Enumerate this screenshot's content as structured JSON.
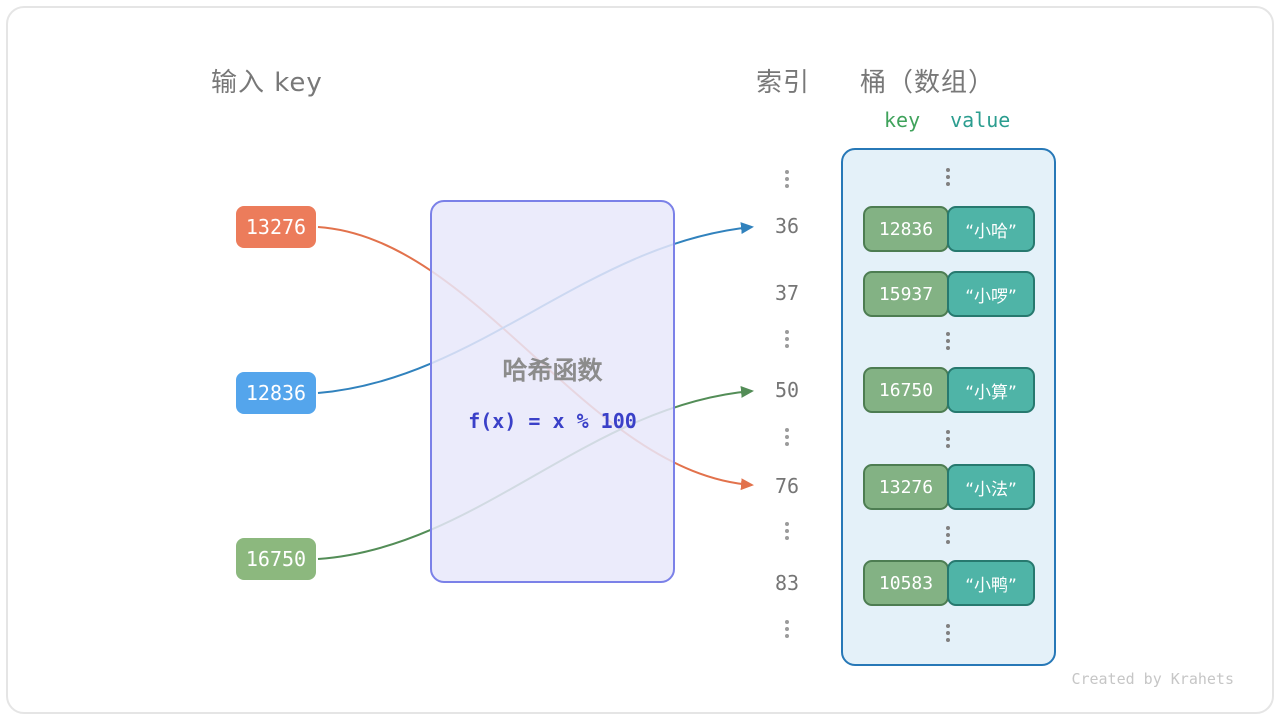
{
  "titles": {
    "input_key": "输入 key",
    "index": "索引",
    "bucket": "桶（数组）"
  },
  "bucket_header": {
    "key": "key",
    "value": "value"
  },
  "input_keys": [
    {
      "value": "13276"
    },
    {
      "value": "12836"
    },
    {
      "value": "16750"
    }
  ],
  "hash_function": {
    "title": "哈希函数",
    "formula": "f(x) = x % 100"
  },
  "hash_mappings": [
    {
      "input": "13276",
      "index": "76"
    },
    {
      "input": "12836",
      "index": "36"
    },
    {
      "input": "16750",
      "index": "50"
    }
  ],
  "index_column": {
    "values": [
      "36",
      "37",
      "50",
      "76",
      "83"
    ]
  },
  "bucket_entries": [
    {
      "key": "12836",
      "value": "“小哈”"
    },
    {
      "key": "15937",
      "value": "“小啰”"
    },
    {
      "key": "16750",
      "value": "“小算”"
    },
    {
      "key": "13276",
      "value": "“小法”"
    },
    {
      "key": "10583",
      "value": "“小鸭”"
    }
  ],
  "icons": {
    "ellipsis": "⋮"
  },
  "colors": {
    "key_13276": "#EC7C5B",
    "key_12836": "#54A5EC",
    "key_16750": "#8CB87E",
    "arrow_to_36": "#3182BD",
    "arrow_to_50": "#538D57",
    "arrow_to_76": "#E2724C",
    "hash_box_fill": "#E6E7FA",
    "hash_box_border": "#7B81E8",
    "formula_text": "#3A40C8",
    "bucket_fill": "#E4F1F9",
    "bucket_border": "#2778B7",
    "entry_key_fill": "#83B284",
    "entry_key_border": "#4D7D52",
    "entry_value_fill": "#4FB4A7",
    "entry_value_border": "#27796F",
    "header_key_text": "#3FA25B",
    "header_value_text": "#2B9D8F",
    "heading_text": "#787878"
  },
  "footer": {
    "credit": "Created by Krahets"
  }
}
